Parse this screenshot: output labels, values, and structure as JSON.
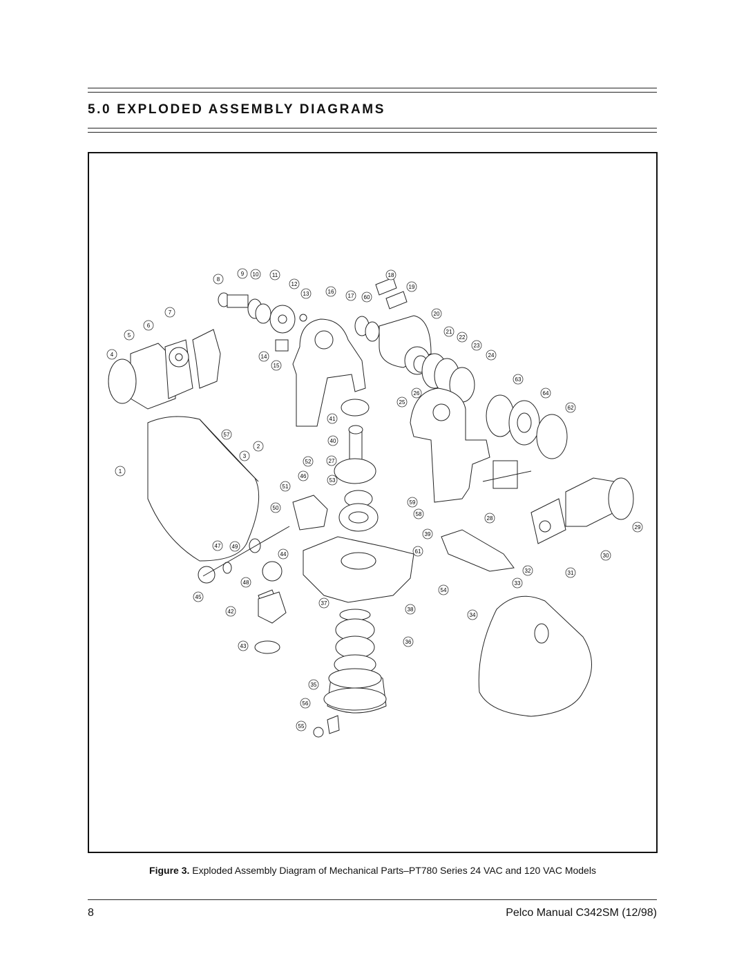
{
  "header": {
    "section_title": "5.0 EXPLODED ASSEMBLY DIAGRAMS"
  },
  "figure": {
    "caption_label": "Figure 3.",
    "caption_text": "Exploded Assembly Diagram of Mechanical Parts–PT780 Series 24 VAC and 120 VAC Models",
    "part_callouts": [
      "1",
      "2",
      "3",
      "4",
      "5",
      "6",
      "7",
      "8",
      "9",
      "10",
      "11",
      "12",
      "13",
      "14",
      "15",
      "16",
      "17",
      "18",
      "19",
      "20",
      "21",
      "22",
      "23",
      "24",
      "25",
      "26",
      "27",
      "28",
      "29",
      "30",
      "31",
      "32",
      "33",
      "34",
      "35",
      "36",
      "37",
      "38",
      "39",
      "40",
      "41",
      "42",
      "43",
      "44",
      "45",
      "46",
      "47",
      "48",
      "49",
      "50",
      "51",
      "52",
      "53",
      "54",
      "55",
      "56",
      "57",
      "58",
      "59",
      "60",
      "61",
      "62",
      "63",
      "64"
    ]
  },
  "footer": {
    "page_number": "8",
    "manual_ref": "Pelco Manual C342SM (12/98)"
  }
}
